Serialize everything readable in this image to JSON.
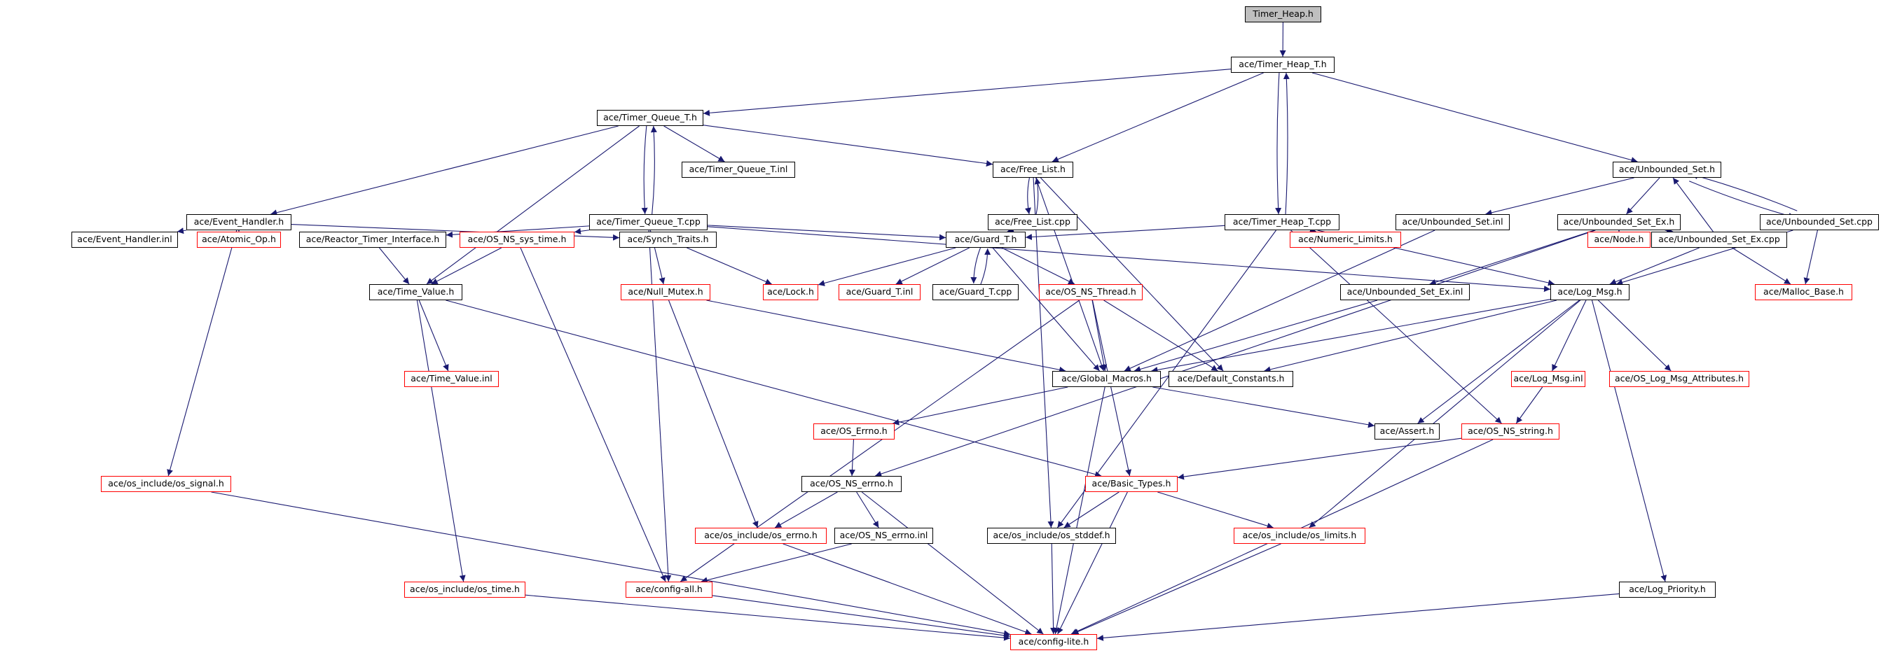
{
  "colors": {
    "edge": "#191970",
    "box_border": "#000000",
    "undocumented_border": "#ff0000",
    "root_fill": "#bfbfbf"
  },
  "nodes": [
    {
      "id": "timer_heap_h",
      "label": "Timer_Heap.h",
      "style": "root"
    },
    {
      "id": "timer_heap_t_h",
      "label": "ace/Timer_Heap_T.h",
      "style": "black"
    },
    {
      "id": "timer_queue_t_h",
      "label": "ace/Timer_Queue_T.h",
      "style": "black"
    },
    {
      "id": "free_list_h",
      "label": "ace/Free_List.h",
      "style": "black"
    },
    {
      "id": "unbounded_set_h",
      "label": "ace/Unbounded_Set.h",
      "style": "black"
    },
    {
      "id": "timer_queue_t_inl",
      "label": "ace/Timer_Queue_T.inl",
      "style": "black"
    },
    {
      "id": "event_handler_h",
      "label": "ace/Event_Handler.h",
      "style": "black"
    },
    {
      "id": "timer_queue_t_cpp",
      "label": "ace/Timer_Queue_T.cpp",
      "style": "black"
    },
    {
      "id": "free_list_cpp",
      "label": "ace/Free_List.cpp",
      "style": "black"
    },
    {
      "id": "timer_heap_t_cpp",
      "label": "ace/Timer_Heap_T.cpp",
      "style": "black"
    },
    {
      "id": "unbounded_set_inl",
      "label": "ace/Unbounded_Set.inl",
      "style": "black"
    },
    {
      "id": "unbounded_set_ex_h",
      "label": "ace/Unbounded_Set_Ex.h",
      "style": "black"
    },
    {
      "id": "unbounded_set_cpp",
      "label": "ace/Unbounded_Set.cpp",
      "style": "black"
    },
    {
      "id": "event_handler_inl",
      "label": "ace/Event_Handler.inl",
      "style": "black"
    },
    {
      "id": "atomic_op_h",
      "label": "ace/Atomic_Op.h",
      "style": "red"
    },
    {
      "id": "reactor_timer_interface_h",
      "label": "ace/Reactor_Timer_Interface.h",
      "style": "black"
    },
    {
      "id": "os_ns_sys_time_h",
      "label": "ace/OS_NS_sys_time.h",
      "style": "red"
    },
    {
      "id": "synch_traits_h",
      "label": "ace/Synch_Traits.h",
      "style": "black"
    },
    {
      "id": "guard_t_h",
      "label": "ace/Guard_T.h",
      "style": "black"
    },
    {
      "id": "numeric_limits_h",
      "label": "ace/Numeric_Limits.h",
      "style": "red"
    },
    {
      "id": "node_h",
      "label": "ace/Node.h",
      "style": "red"
    },
    {
      "id": "unbounded_set_ex_cpp",
      "label": "ace/Unbounded_Set_Ex.cpp",
      "style": "black"
    },
    {
      "id": "time_value_h",
      "label": "ace/Time_Value.h",
      "style": "black"
    },
    {
      "id": "null_mutex_h",
      "label": "ace/Null_Mutex.h",
      "style": "red"
    },
    {
      "id": "lock_h",
      "label": "ace/Lock.h",
      "style": "red"
    },
    {
      "id": "guard_t_inl",
      "label": "ace/Guard_T.inl",
      "style": "red"
    },
    {
      "id": "guard_t_cpp",
      "label": "ace/Guard_T.cpp",
      "style": "black"
    },
    {
      "id": "os_ns_thread_h",
      "label": "ace/OS_NS_Thread.h",
      "style": "red"
    },
    {
      "id": "unbounded_set_ex_inl",
      "label": "ace/Unbounded_Set_Ex.inl",
      "style": "black"
    },
    {
      "id": "log_msg_h",
      "label": "ace/Log_Msg.h",
      "style": "black"
    },
    {
      "id": "malloc_base_h",
      "label": "ace/Malloc_Base.h",
      "style": "red"
    },
    {
      "id": "time_value_inl",
      "label": "ace/Time_Value.inl",
      "style": "red"
    },
    {
      "id": "global_macros_h",
      "label": "ace/Global_Macros.h",
      "style": "black"
    },
    {
      "id": "default_constants_h",
      "label": "ace/Default_Constants.h",
      "style": "black"
    },
    {
      "id": "log_msg_inl",
      "label": "ace/Log_Msg.inl",
      "style": "red"
    },
    {
      "id": "os_log_msg_attributes_h",
      "label": "ace/OS_Log_Msg_Attributes.h",
      "style": "red"
    },
    {
      "id": "os_errno_h",
      "label": "ace/OS_Errno.h",
      "style": "red"
    },
    {
      "id": "assert_h",
      "label": "ace/Assert.h",
      "style": "black"
    },
    {
      "id": "os_ns_string_h",
      "label": "ace/OS_NS_string.h",
      "style": "red"
    },
    {
      "id": "os_signal_h",
      "label": "ace/os_include/os_signal.h",
      "style": "red"
    },
    {
      "id": "os_ns_errno_h",
      "label": "ace/OS_NS_errno.h",
      "style": "black"
    },
    {
      "id": "basic_types_h",
      "label": "ace/Basic_Types.h",
      "style": "red"
    },
    {
      "id": "os_errno_inc_h",
      "label": "ace/os_include/os_errno.h",
      "style": "red"
    },
    {
      "id": "os_ns_errno_inl",
      "label": "ace/OS_NS_errno.inl",
      "style": "black"
    },
    {
      "id": "os_stddef_h",
      "label": "ace/os_include/os_stddef.h",
      "style": "black"
    },
    {
      "id": "os_limits_h",
      "label": "ace/os_include/os_limits.h",
      "style": "red"
    },
    {
      "id": "os_time_h",
      "label": "ace/os_include/os_time.h",
      "style": "red"
    },
    {
      "id": "config_all_h",
      "label": "ace/config-all.h",
      "style": "red"
    },
    {
      "id": "log_priority_h",
      "label": "ace/Log_Priority.h",
      "style": "black"
    },
    {
      "id": "config_lite_h",
      "label": "ace/config-lite.h",
      "style": "red"
    }
  ],
  "edges": [
    [
      "timer_heap_h",
      "timer_heap_t_h"
    ],
    [
      "timer_heap_t_h",
      "timer_queue_t_h"
    ],
    [
      "timer_heap_t_h",
      "free_list_h"
    ],
    [
      "timer_heap_t_h",
      "unbounded_set_h"
    ],
    [
      "timer_heap_t_h",
      "timer_heap_t_cpp"
    ],
    [
      "timer_heap_t_cpp",
      "timer_heap_t_h"
    ],
    [
      "timer_queue_t_h",
      "timer_queue_t_inl"
    ],
    [
      "timer_queue_t_h",
      "event_handler_h"
    ],
    [
      "timer_queue_t_h",
      "timer_queue_t_cpp"
    ],
    [
      "timer_queue_t_cpp",
      "timer_queue_t_h"
    ],
    [
      "timer_queue_t_h",
      "free_list_h"
    ],
    [
      "timer_queue_t_h",
      "time_value_h"
    ],
    [
      "free_list_h",
      "free_list_cpp"
    ],
    [
      "free_list_cpp",
      "free_list_h"
    ],
    [
      "free_list_h",
      "global_macros_h"
    ],
    [
      "free_list_h",
      "default_constants_h"
    ],
    [
      "free_list_h",
      "os_stddef_h"
    ],
    [
      "free_list_cpp",
      "guard_t_h"
    ],
    [
      "unbounded_set_h",
      "unbounded_set_inl"
    ],
    [
      "unbounded_set_h",
      "unbounded_set_ex_h"
    ],
    [
      "unbounded_set_h",
      "unbounded_set_cpp"
    ],
    [
      "unbounded_set_cpp",
      "unbounded_set_h"
    ],
    [
      "unbounded_set_cpp",
      "log_msg_h"
    ],
    [
      "unbounded_set_cpp",
      "malloc_base_h"
    ],
    [
      "unbounded_set_inl",
      "global_macros_h"
    ],
    [
      "unbounded_set_ex_h",
      "node_h"
    ],
    [
      "unbounded_set_ex_h",
      "unbounded_set_ex_cpp"
    ],
    [
      "unbounded_set_ex_cpp",
      "unbounded_set_h"
    ],
    [
      "unbounded_set_ex_h",
      "unbounded_set_ex_inl"
    ],
    [
      "unbounded_set_ex_h",
      "os_ns_errno_h"
    ],
    [
      "unbounded_set_ex_cpp",
      "log_msg_h"
    ],
    [
      "unbounded_set_ex_cpp",
      "malloc_base_h"
    ],
    [
      "unbounded_set_ex_inl",
      "global_macros_h"
    ],
    [
      "event_handler_h",
      "event_handler_inl"
    ],
    [
      "event_handler_h",
      "atomic_op_h"
    ],
    [
      "event_handler_h",
      "synch_traits_h"
    ],
    [
      "event_handler_h",
      "os_signal_h"
    ],
    [
      "timer_queue_t_cpp",
      "reactor_timer_interface_h"
    ],
    [
      "timer_queue_t_cpp",
      "os_ns_sys_time_h"
    ],
    [
      "timer_queue_t_cpp",
      "guard_t_h"
    ],
    [
      "timer_queue_t_cpp",
      "null_mutex_h"
    ],
    [
      "timer_queue_t_cpp",
      "log_msg_h"
    ],
    [
      "timer_queue_t_cpp",
      "config_all_h"
    ],
    [
      "reactor_timer_interface_h",
      "time_value_h"
    ],
    [
      "os_ns_sys_time_h",
      "time_value_h"
    ],
    [
      "os_ns_sys_time_h",
      "config_all_h"
    ],
    [
      "synch_traits_h",
      "lock_h"
    ],
    [
      "timer_heap_t_cpp",
      "guard_t_h"
    ],
    [
      "timer_heap_t_cpp",
      "numeric_limits_h"
    ],
    [
      "timer_heap_t_cpp",
      "log_msg_h"
    ],
    [
      "timer_heap_t_cpp",
      "os_ns_string_h"
    ],
    [
      "timer_heap_t_cpp",
      "os_stddef_h"
    ],
    [
      "guard_t_h",
      "lock_h"
    ],
    [
      "guard_t_h",
      "guard_t_inl"
    ],
    [
      "guard_t_h",
      "guard_t_cpp"
    ],
    [
      "guard_t_cpp",
      "guard_t_h"
    ],
    [
      "guard_t_h",
      "os_ns_thread_h"
    ],
    [
      "guard_t_h",
      "global_macros_h"
    ],
    [
      "os_ns_thread_h",
      "global_macros_h"
    ],
    [
      "os_ns_thread_h",
      "default_constants_h"
    ],
    [
      "os_ns_thread_h",
      "basic_types_h"
    ],
    [
      "os_ns_thread_h",
      "config_all_h"
    ],
    [
      "time_value_h",
      "time_value_inl"
    ],
    [
      "time_value_h",
      "basic_types_h"
    ],
    [
      "time_value_h",
      "os_time_h"
    ],
    [
      "null_mutex_h",
      "global_macros_h"
    ],
    [
      "null_mutex_h",
      "os_errno_inc_h"
    ],
    [
      "log_msg_h",
      "global_macros_h"
    ],
    [
      "log_msg_h",
      "default_constants_h"
    ],
    [
      "log_msg_h",
      "log_msg_inl"
    ],
    [
      "log_msg_h",
      "os_log_msg_attributes_h"
    ],
    [
      "log_msg_h",
      "assert_h"
    ],
    [
      "log_msg_h",
      "os_limits_h"
    ],
    [
      "log_msg_h",
      "log_priority_h"
    ],
    [
      "log_msg_inl",
      "os_ns_string_h"
    ],
    [
      "global_macros_h",
      "os_errno_h"
    ],
    [
      "global_macros_h",
      "assert_h"
    ],
    [
      "global_macros_h",
      "config_lite_h"
    ],
    [
      "os_errno_h",
      "os_ns_errno_h"
    ],
    [
      "os_ns_string_h",
      "basic_types_h"
    ],
    [
      "os_ns_string_h",
      "config_lite_h"
    ],
    [
      "os_ns_errno_h",
      "os_errno_inc_h"
    ],
    [
      "os_ns_errno_h",
      "os_ns_errno_inl"
    ],
    [
      "os_ns_errno_h",
      "config_lite_h"
    ],
    [
      "os_ns_errno_inl",
      "config_all_h"
    ],
    [
      "basic_types_h",
      "os_stddef_h"
    ],
    [
      "basic_types_h",
      "os_limits_h"
    ],
    [
      "basic_types_h",
      "config_lite_h"
    ],
    [
      "os_signal_h",
      "config_lite_h"
    ],
    [
      "os_errno_inc_h",
      "config_lite_h"
    ],
    [
      "os_stddef_h",
      "config_lite_h"
    ],
    [
      "os_limits_h",
      "config_lite_h"
    ],
    [
      "os_time_h",
      "config_lite_h"
    ],
    [
      "config_all_h",
      "config_lite_h"
    ],
    [
      "log_priority_h",
      "config_lite_h"
    ]
  ]
}
